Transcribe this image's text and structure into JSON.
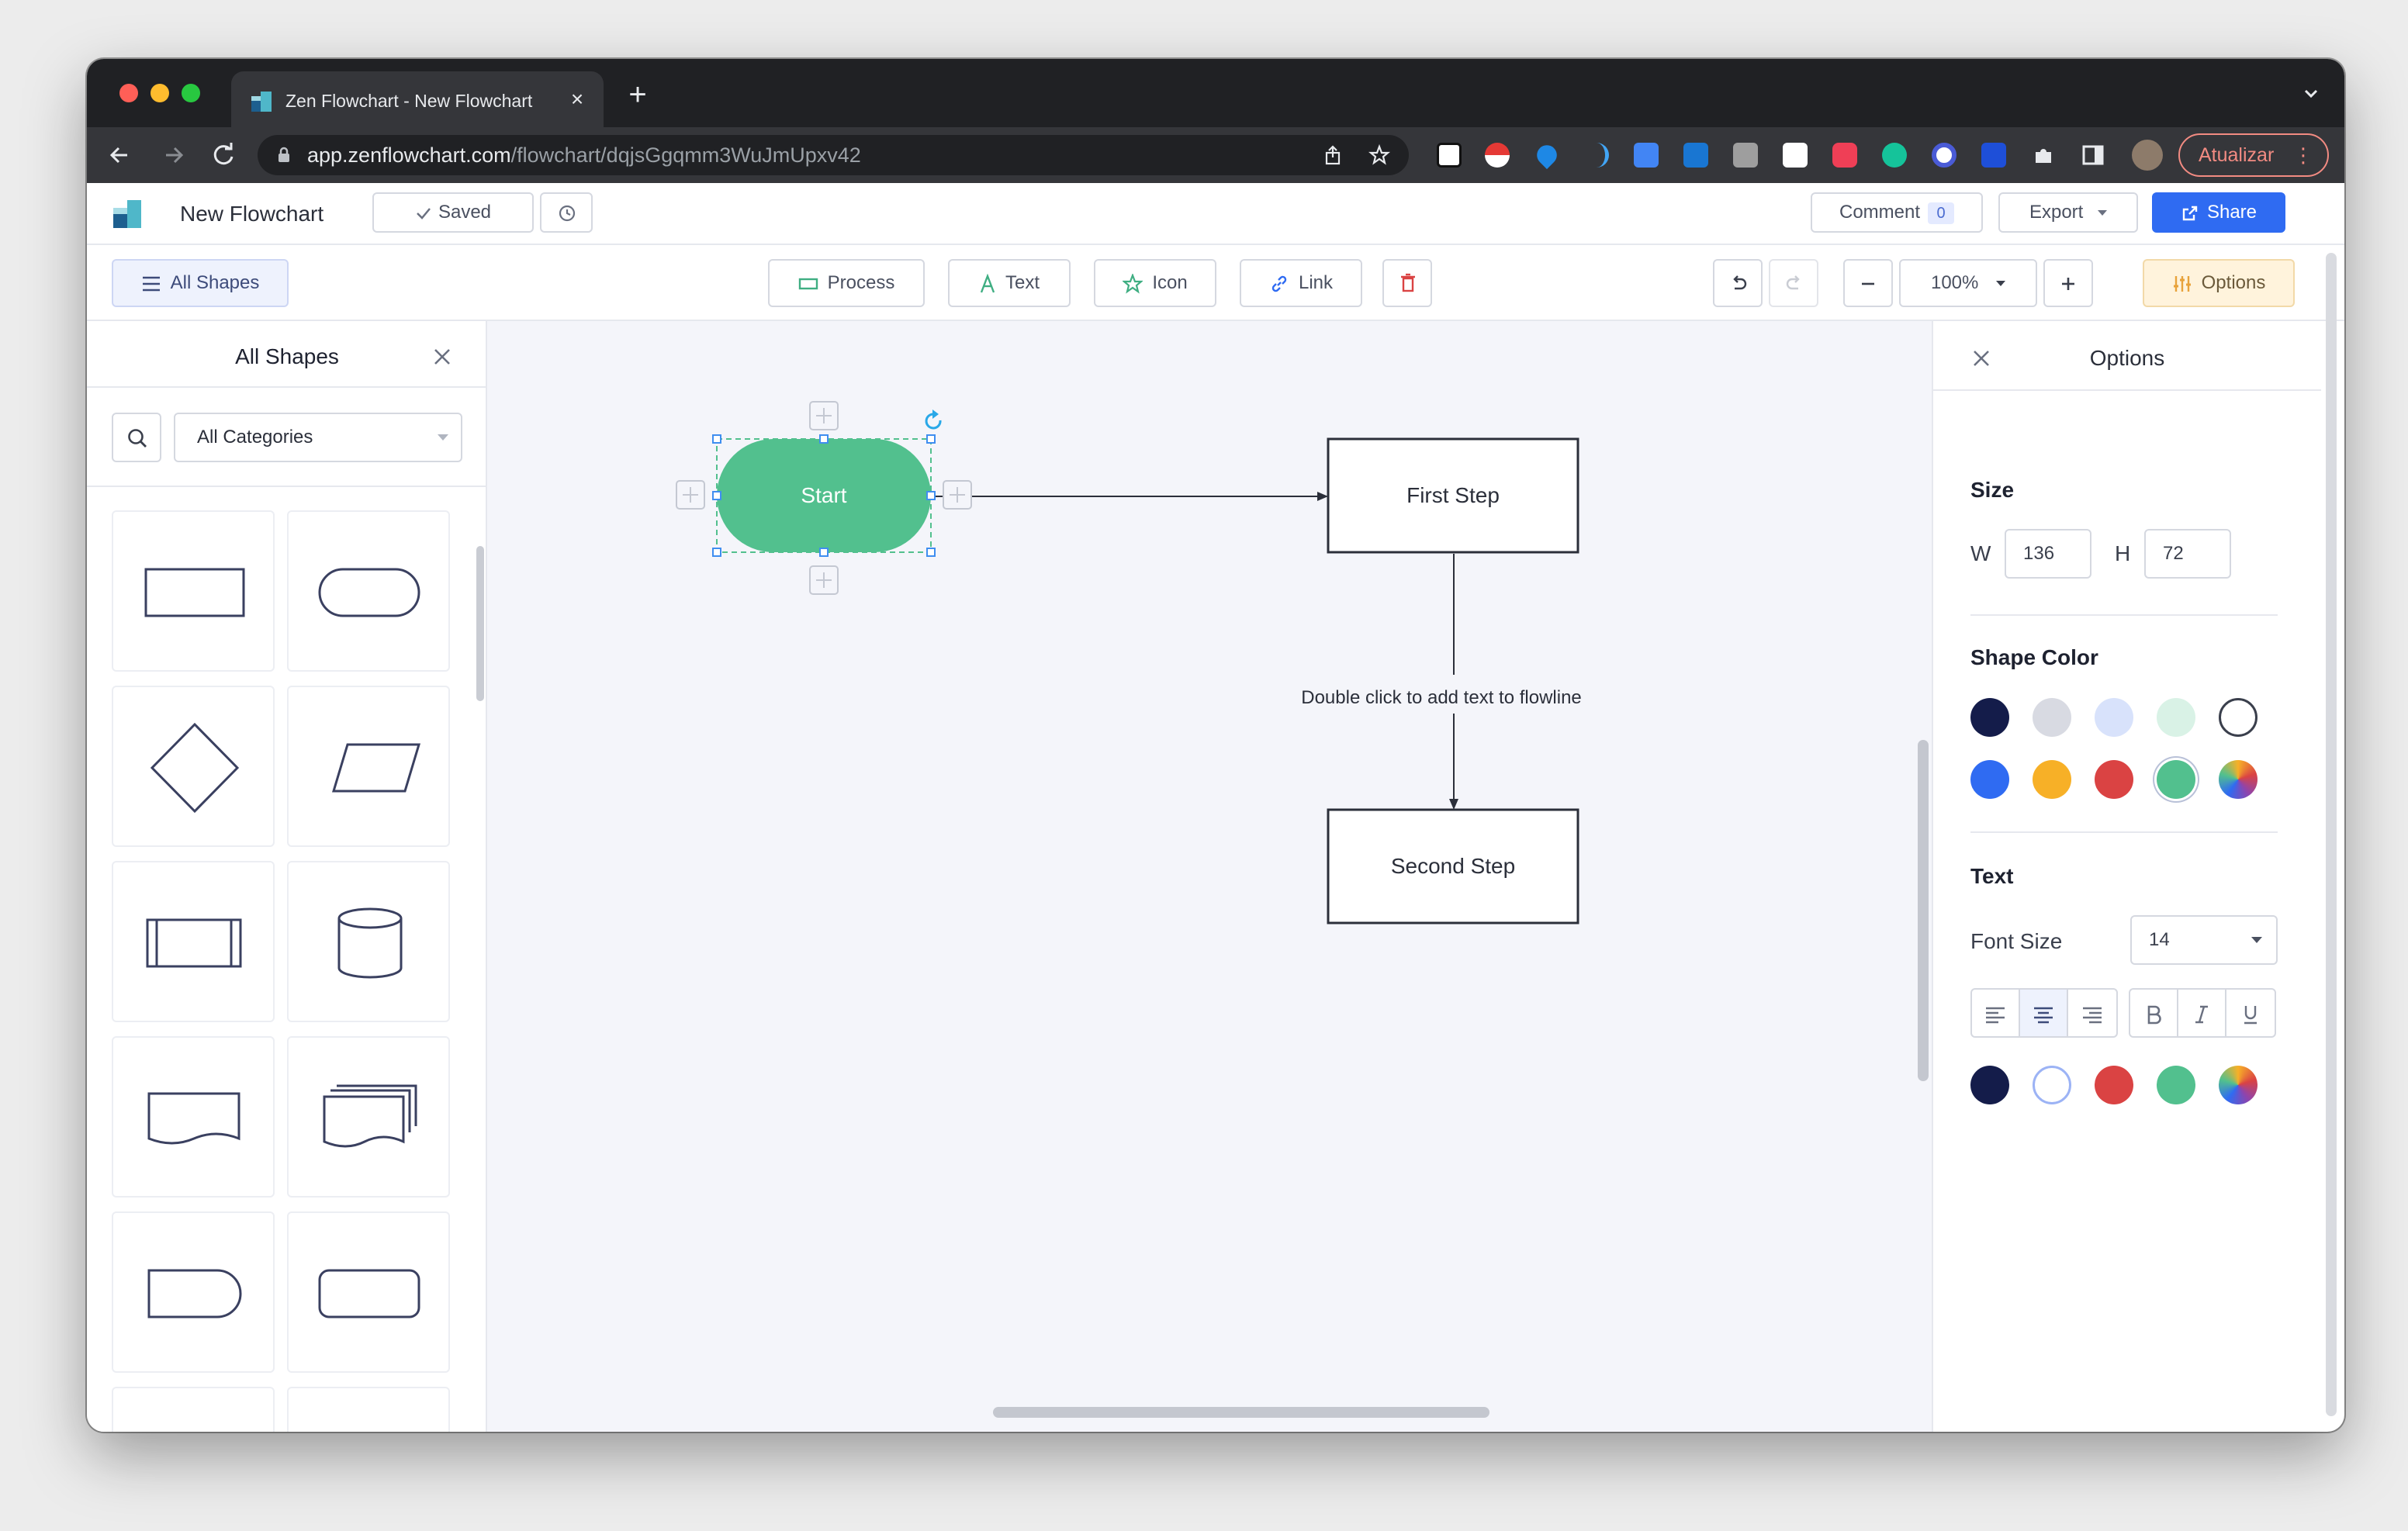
{
  "browser": {
    "tab_title": "Zen Flowchart - New Flowchart",
    "url_host": "app.zenflowchart.com",
    "url_path": "/flowchart/dqjsGgqmm3WuJmUpxv42",
    "update_label": "Atualizar"
  },
  "header": {
    "doc_title": "New Flowchart",
    "saved_label": "Saved",
    "comment_label": "Comment",
    "comment_count": "0",
    "export_label": "Export",
    "share_label": "Share"
  },
  "toolbar": {
    "all_shapes_label": "All Shapes",
    "process_label": "Process",
    "text_label": "Text",
    "icon_label": "Icon",
    "link_label": "Link",
    "zoom": "100%",
    "options_label": "Options"
  },
  "left_panel": {
    "title": "All Shapes",
    "category": "All Categories"
  },
  "canvas": {
    "start_label": "Start",
    "first_step_label": "First Step",
    "second_step_label": "Second Step",
    "flowline_hint": "Double click to add text to flowline",
    "start_color": "#52c08e"
  },
  "right_panel": {
    "title": "Options",
    "size_heading": "Size",
    "w_label": "W",
    "w_value": "136",
    "h_label": "H",
    "h_value": "72",
    "shape_color_heading": "Shape Color",
    "shape_colors": [
      "#141c4a",
      "#d8dae2",
      "#d8e2fb",
      "#d9f2e6",
      "#ffffff",
      "#2f6bf2",
      "#f7b027",
      "#da4343",
      "#52c08e",
      "rainbow"
    ],
    "text_heading": "Text",
    "font_size_label": "Font Size",
    "font_size_value": "14",
    "text_colors": [
      "#141c4a",
      "#ffffff",
      "#da4343",
      "#52c08e",
      "rainbow"
    ]
  }
}
